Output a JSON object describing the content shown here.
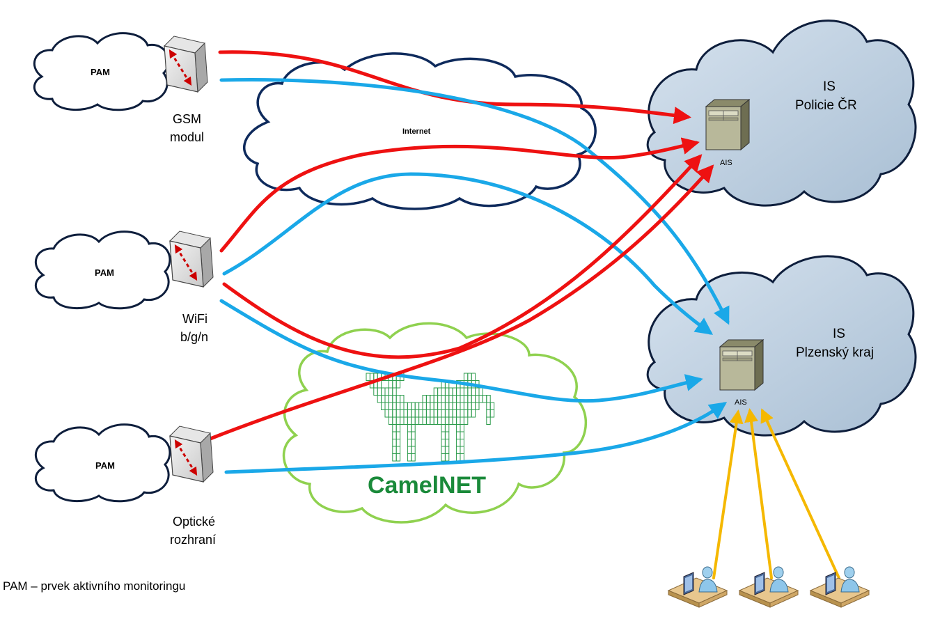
{
  "colors": {
    "red_link": "#ee1111",
    "blue_link": "#1aa8e8",
    "yellow_link": "#f5b800",
    "internet_cloud_stroke": "#0e2a5c",
    "camelnet_cloud_stroke": "#8fd14f",
    "camelnet_text": "#1a8a3a",
    "is_cloud_fill": "#c6d6e6",
    "is_cloud_stroke": "#0e1e3c"
  },
  "pam_clouds": [
    {
      "label": "PAM"
    },
    {
      "label": "PAM"
    },
    {
      "label": "PAM"
    }
  ],
  "devices": {
    "gsm": {
      "line1": "GSM",
      "line2": "modul"
    },
    "wifi": {
      "line1": "WiFi",
      "line2": "b/g/n"
    },
    "optic": {
      "line1": "Optické",
      "line2": "rozhraní"
    }
  },
  "internet": {
    "label": "Internet"
  },
  "camelnet": {
    "label": "CamelNET"
  },
  "is_policie": {
    "line1": "IS",
    "line2": "Policie ČR",
    "server_label": "AIS"
  },
  "is_plzen": {
    "line1": "IS",
    "line2": "Plzenský kraj",
    "server_label": "AIS"
  },
  "legend": {
    "text": "PAM – prvek aktivního monitoringu"
  },
  "icons": {
    "device": "network-switch-icon",
    "server": "server-icon",
    "workstation": "user-workstation-icon"
  }
}
